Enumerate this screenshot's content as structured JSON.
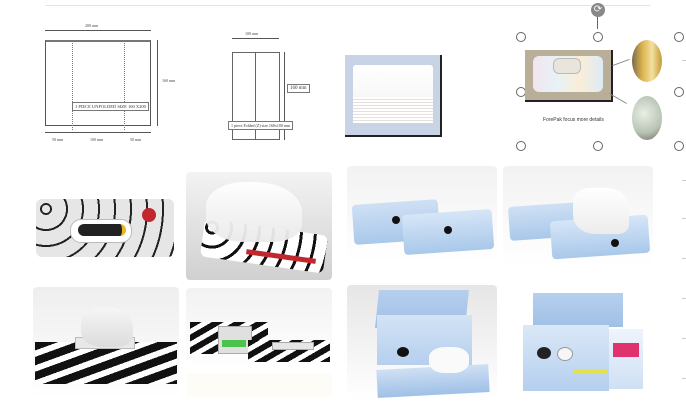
{
  "diagram_unfolded": {
    "width_label": "200 mm",
    "height_label": "160 mm",
    "size_label": "1 PIECE UNFOLDED SIZE  160 X200",
    "seg_left": "50  mm",
    "seg_middle": "100 mm",
    "seg_right": "50  mm"
  },
  "diagram_folded": {
    "width_label": "100 mm",
    "height_label": "160 mm",
    "size_label": "1 piece Folded (Z) size 160x100 mm"
  },
  "selected_image": {
    "caption": "ForePak focus more details",
    "rotate_icon": "rotate-icon"
  },
  "photos": [
    {
      "name": "stacked-white-wipes",
      "colors": [
        "#c8d3e6",
        "#ffffff"
      ]
    },
    {
      "name": "black-white-wipes-pack-flat",
      "colors": [
        "#e8e8e8",
        "#222222",
        "#c0282d"
      ]
    },
    {
      "name": "black-white-wipes-pack-open",
      "colors": [
        "#d0d0d0",
        "#ffffff",
        "#222222"
      ]
    },
    {
      "name": "blue-wipes-two-packs",
      "colors": [
        "#a9c8ea",
        "#ffffff"
      ]
    },
    {
      "name": "blue-wipes-open-pack",
      "colors": [
        "#a9c8ea",
        "#ffffff"
      ]
    },
    {
      "name": "zebra-tissue-box",
      "colors": [
        "#111111",
        "#ffffff"
      ]
    },
    {
      "name": "zebra-wipes-boxes",
      "colors": [
        "#111111",
        "#ffffff",
        "#4cc34a"
      ]
    },
    {
      "name": "hand-mouth-wipes-packs",
      "colors": [
        "#9fc0e6",
        "#ffffff"
      ]
    },
    {
      "name": "hand-mouth-wipes-multipack",
      "colors": [
        "#9fc0e6",
        "#e0336d"
      ]
    }
  ]
}
